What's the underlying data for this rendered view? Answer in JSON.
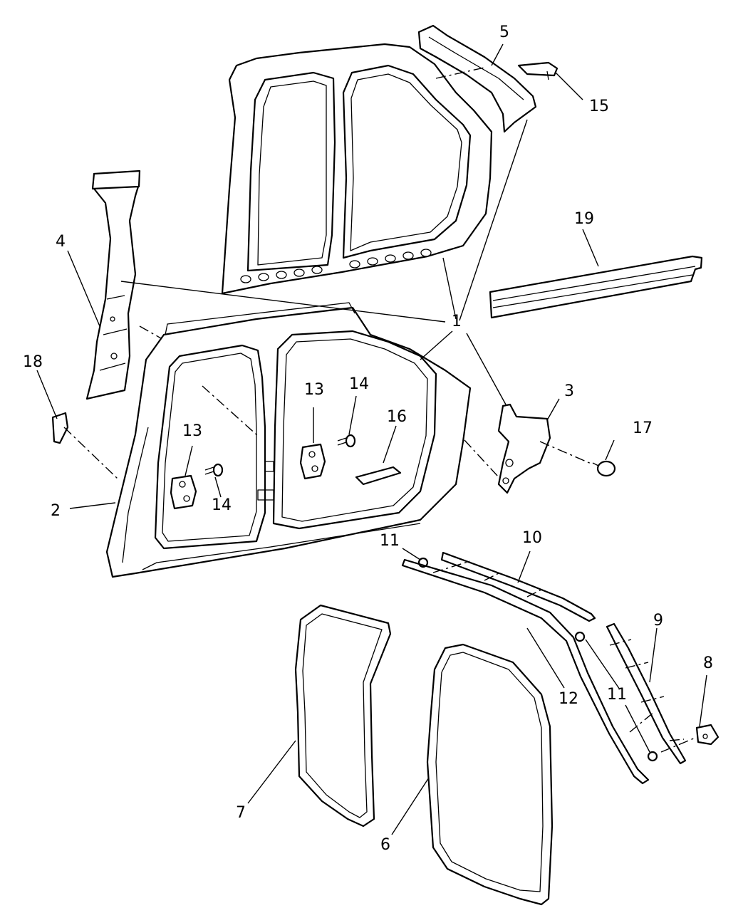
{
  "callouts": {
    "c1": "1",
    "c2": "2",
    "c3": "3",
    "c4": "4",
    "c5": "5",
    "c6": "6",
    "c7": "7",
    "c8": "8",
    "c9": "9",
    "c10": "10",
    "c11a": "11",
    "c11b": "11",
    "c12": "12",
    "c13a": "13",
    "c13b": "13",
    "c14a": "14",
    "c14b": "14",
    "c15": "15",
    "c16": "16",
    "c17": "17",
    "c18": "18",
    "c19": "19"
  }
}
